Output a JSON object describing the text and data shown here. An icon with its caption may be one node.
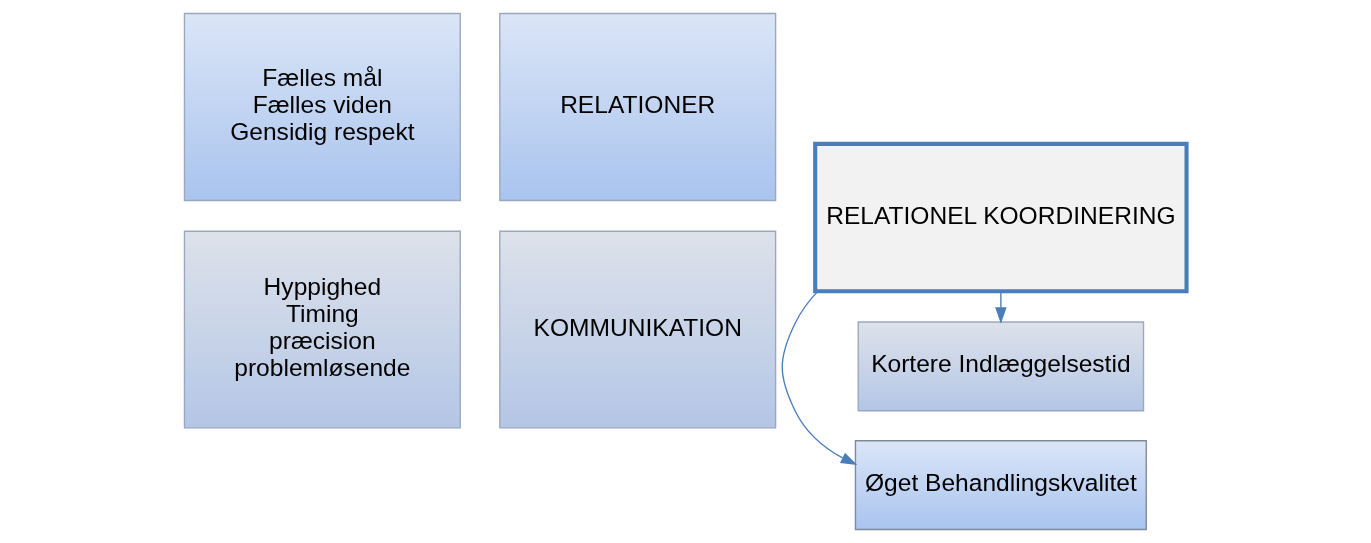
{
  "diagram": {
    "nodes": [
      {
        "text": [
          "Fælles mål",
          "Fælles viden",
          "Gensidig respekt"
        ]
      },
      {
        "text": [
          "RELATIONER"
        ]
      },
      {
        "text": [
          "Hyppighed",
          "Timing",
          "præcision",
          "problemløsende"
        ]
      },
      {
        "text": [
          "KOMMUNIKATION"
        ]
      },
      {
        "text": [
          "Øget Behandlingskvalitet"
        ]
      },
      {
        "text": [
          "RELATIONEL KOORDINERING"
        ]
      },
      {
        "text": [
          "Kortere Indlæggelsestid"
        ]
      }
    ],
    "edges": [
      {
        "from": 5,
        "to": 4,
        "arrow": "to"
      },
      {
        "from": 5,
        "to": 6,
        "arrow": "to"
      }
    ]
  }
}
